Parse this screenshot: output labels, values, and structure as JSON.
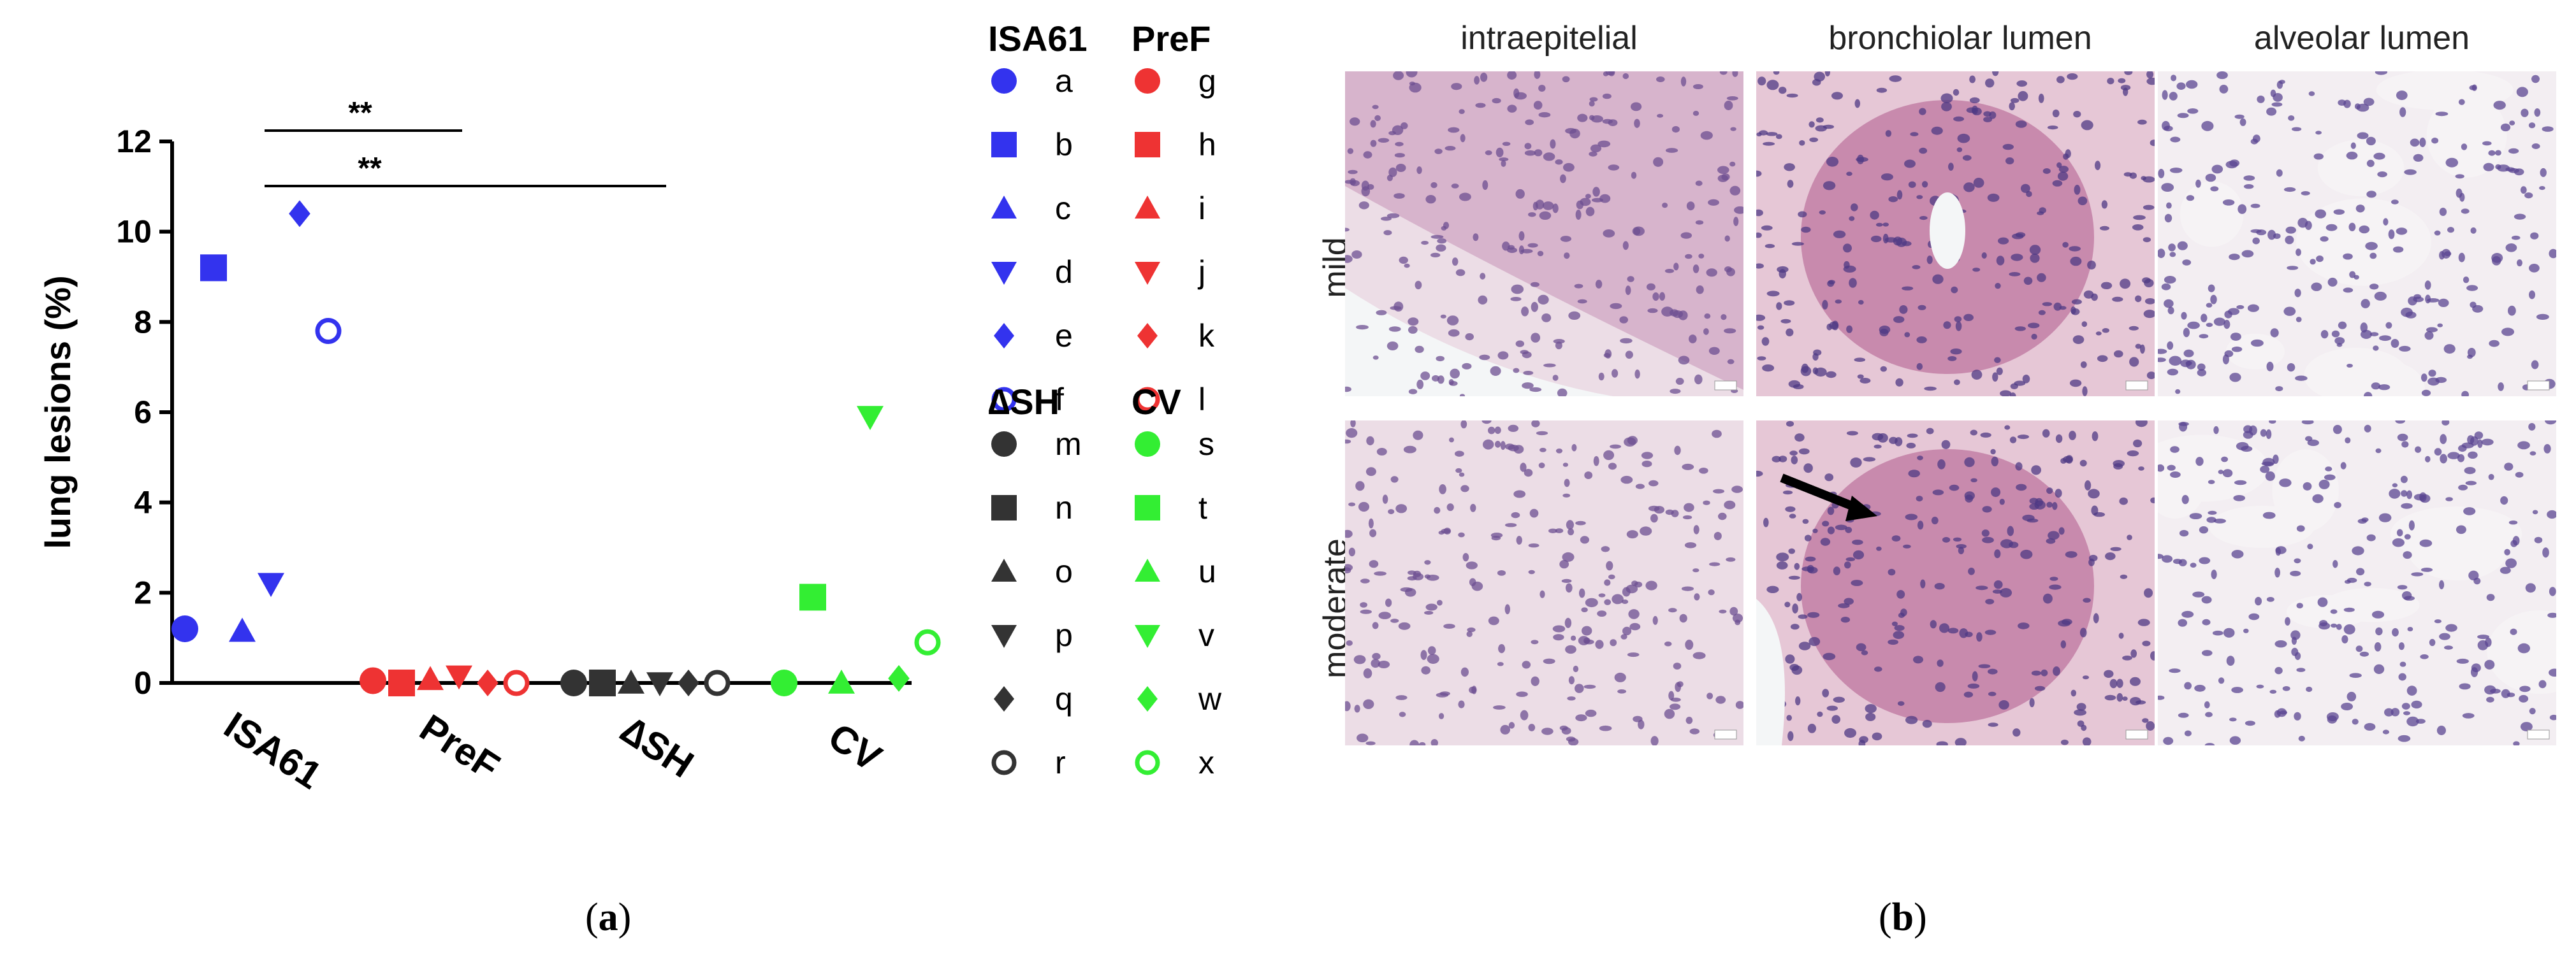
{
  "chart_data": {
    "type": "scatter",
    "ylabel": "lung lesions (%)",
    "xlabel": "",
    "ylim": [
      0,
      12
    ],
    "yticks": [
      "0",
      "2",
      "4",
      "6",
      "8",
      "10",
      "12"
    ],
    "categories": [
      "ISA61",
      "PreF",
      "∆SH",
      "CV"
    ],
    "series": [
      {
        "name": "ISA61",
        "color": "#3333ee",
        "animals": [
          {
            "label": "a",
            "marker": "circle",
            "y": 1.2
          },
          {
            "label": "b",
            "marker": "square",
            "y": 9.2
          },
          {
            "label": "c",
            "marker": "triangle-up",
            "y": 1.15
          },
          {
            "label": "d",
            "marker": "triangle-down",
            "y": 2.2
          },
          {
            "label": "e",
            "marker": "diamond",
            "y": 10.4
          },
          {
            "label": "f",
            "marker": "open-circle",
            "y": 7.8
          }
        ]
      },
      {
        "name": "PreF",
        "color": "#ee3333",
        "animals": [
          {
            "label": "g",
            "marker": "circle",
            "y": 0.05
          },
          {
            "label": "h",
            "marker": "square",
            "y": 0.0
          },
          {
            "label": "i",
            "marker": "triangle-up",
            "y": 0.08
          },
          {
            "label": "j",
            "marker": "triangle-down",
            "y": 0.15
          },
          {
            "label": "k",
            "marker": "diamond",
            "y": 0.0
          },
          {
            "label": "l",
            "marker": "open-circle",
            "y": 0.0
          }
        ]
      },
      {
        "name": "∆SH",
        "color": "#333333",
        "animals": [
          {
            "label": "m",
            "marker": "circle",
            "y": 0.0
          },
          {
            "label": "n",
            "marker": "square",
            "y": 0.0
          },
          {
            "label": "o",
            "marker": "triangle-up",
            "y": 0.0
          },
          {
            "label": "p",
            "marker": "triangle-down",
            "y": 0.0
          },
          {
            "label": "q",
            "marker": "diamond",
            "y": 0.0
          },
          {
            "label": "r",
            "marker": "open-circle",
            "y": 0.0
          }
        ]
      },
      {
        "name": "CV",
        "color": "#33ee33",
        "animals": [
          {
            "label": "s",
            "marker": "circle",
            "y": 0.0
          },
          {
            "label": "t",
            "marker": "square",
            "y": 1.9
          },
          {
            "label": "u",
            "marker": "triangle-up",
            "y": 0.0
          },
          {
            "label": "v",
            "marker": "triangle-down",
            "y": 5.9
          },
          {
            "label": "w",
            "marker": "diamond",
            "y": 0.1
          },
          {
            "label": "x",
            "marker": "open-circle",
            "y": 0.9
          }
        ]
      }
    ],
    "annotations": [
      {
        "text": "**",
        "from": "ISA61",
        "to": "PreF"
      },
      {
        "text": "**",
        "from": "ISA61",
        "to": "∆SH"
      }
    ],
    "legend": "right"
  },
  "panel_a_label": "a",
  "panel_b_label": "b",
  "histology": {
    "columns": [
      "intraepitelial",
      "bronchiolar lumen",
      "alveolar lumen"
    ],
    "rows": [
      "mild",
      "moderate"
    ]
  }
}
